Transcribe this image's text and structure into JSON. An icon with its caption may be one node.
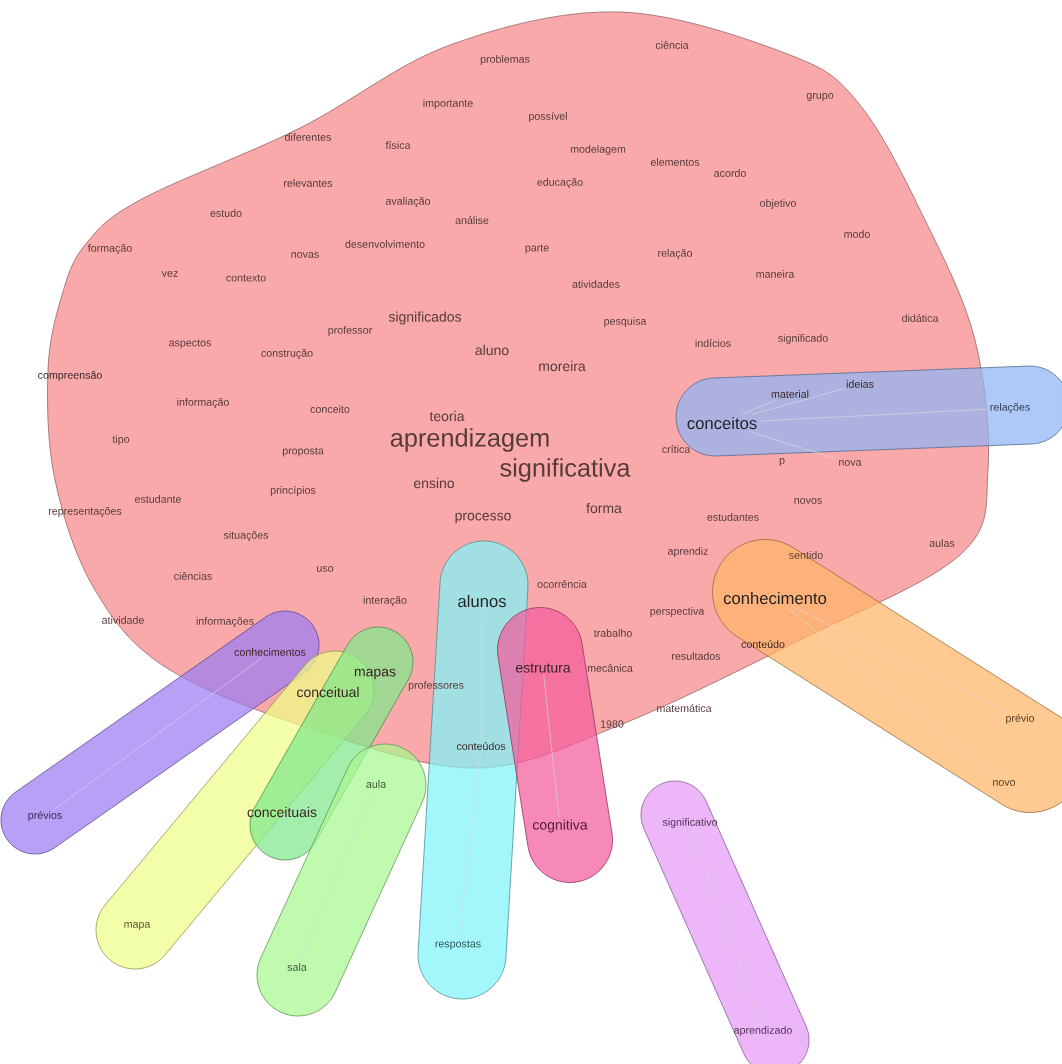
{
  "diagram": {
    "nodes": [
      {
        "text": [],
        "shape": "blob"
      },
      {
        "text": [],
        "shape": "capsule"
      },
      {
        "text": [],
        "shape": "capsule"
      },
      {
        "text": [],
        "shape": "capsule"
      },
      {
        "text": [],
        "shape": "capsule"
      },
      {
        "text": [],
        "shape": "capsule"
      },
      {
        "text": [],
        "shape": "capsule"
      },
      {
        "text": [],
        "shape": "capsule"
      },
      {
        "text": [],
        "shape": "capsule"
      },
      {
        "text": [],
        "shape": "capsule"
      },
      {
        "text": [
          "problemas"
        ],
        "in": 0
      },
      {
        "text": [
          "ciência"
        ],
        "in": 0
      },
      {
        "text": [
          "importante"
        ],
        "in": 0
      },
      {
        "text": [
          "possível"
        ],
        "in": 0
      },
      {
        "text": [
          "grupo"
        ],
        "in": 0
      },
      {
        "text": [
          "diferentes"
        ],
        "in": 0
      },
      {
        "text": [
          "física"
        ],
        "in": 0
      },
      {
        "text": [
          "modelagem"
        ],
        "in": 0
      },
      {
        "text": [
          "elementos"
        ],
        "in": 0
      },
      {
        "text": [
          "acordo"
        ],
        "in": 0
      },
      {
        "text": [
          "educação"
        ],
        "in": 0
      },
      {
        "text": [
          "relevantes"
        ],
        "in": 0
      },
      {
        "text": [
          "avaliação"
        ],
        "in": 0
      },
      {
        "text": [
          "objetivo"
        ],
        "in": 0
      },
      {
        "text": [
          "estudo"
        ],
        "in": 0
      },
      {
        "text": [
          "análise"
        ],
        "in": 0
      },
      {
        "text": [
          "formação"
        ],
        "in": 0
      },
      {
        "text": [
          "desenvolvimento"
        ],
        "in": 0
      },
      {
        "text": [
          "novas"
        ],
        "in": 0
      },
      {
        "text": [
          "parte"
        ],
        "in": 0
      },
      {
        "text": [
          "relação"
        ],
        "in": 0
      },
      {
        "text": [
          "modo"
        ],
        "in": 0
      },
      {
        "text": [
          "vez"
        ],
        "in": 0
      },
      {
        "text": [
          "contexto"
        ],
        "in": 0
      },
      {
        "text": [
          "atividades"
        ],
        "in": 0
      },
      {
        "text": [
          "maneira"
        ],
        "in": 0
      },
      {
        "text": [
          "significados"
        ],
        "in": 0
      },
      {
        "text": [
          "professor"
        ],
        "in": 0
      },
      {
        "text": [
          "pesquisa"
        ],
        "in": 0
      },
      {
        "text": [
          "indícios"
        ],
        "in": 0
      },
      {
        "text": [
          "significado"
        ],
        "in": 0
      },
      {
        "text": [
          "didática"
        ],
        "in": 0
      },
      {
        "text": [
          "aspectos"
        ],
        "in": 0
      },
      {
        "text": [
          "construção"
        ],
        "in": 0
      },
      {
        "text": [
          "aluno"
        ],
        "in": 0
      },
      {
        "text": [
          "moreira"
        ],
        "in": 0
      },
      {
        "text": [
          "compreensão"
        ]
      },
      {
        "text": [
          "informação"
        ],
        "in": 0
      },
      {
        "text": [
          "conceito"
        ],
        "in": 0
      },
      {
        "text": [
          "material"
        ]
      },
      {
        "text": [
          "ideias"
        ]
      },
      {
        "text": [
          "relações"
        ],
        "in": 1
      },
      {
        "text": [
          "teoria"
        ],
        "in": 0
      },
      {
        "text": [
          "conceitos"
        ]
      },
      {
        "text": [
          "tipo"
        ],
        "in": 0
      },
      {
        "text": [
          "aprendizagem"
        ],
        "in": 0
      },
      {
        "text": [
          "significativa"
        ],
        "in": 0
      },
      {
        "text": [
          "crítica"
        ],
        "in": 0
      },
      {
        "text": [
          "proposta"
        ],
        "in": 0
      },
      {
        "text": [
          "p"
        ],
        "in": 0
      },
      {
        "text": [
          "nova"
        ],
        "in": 0
      },
      {
        "text": [
          "ensino"
        ],
        "in": 0
      },
      {
        "text": [
          "princípios"
        ],
        "in": 0
      },
      {
        "text": [
          "estudante"
        ],
        "in": 0
      },
      {
        "text": [
          "novos"
        ],
        "in": 0
      },
      {
        "text": [
          "representações"
        ],
        "in": 0
      },
      {
        "text": [
          "forma"
        ],
        "in": 0
      },
      {
        "text": [
          "estudantes"
        ],
        "in": 0
      },
      {
        "text": [
          "processo"
        ],
        "in": 0
      },
      {
        "text": [
          "situações"
        ],
        "in": 0
      },
      {
        "text": [
          "aprendiz"
        ],
        "in": 0
      },
      {
        "text": [
          "sentido"
        ],
        "in": 0
      },
      {
        "text": [
          "aulas"
        ],
        "in": 0
      },
      {
        "text": [
          "uso"
        ],
        "in": 0
      },
      {
        "text": [
          "ciências"
        ],
        "in": 0
      },
      {
        "text": [
          "ocorrência"
        ],
        "in": 0
      },
      {
        "text": [
          "alunos"
        ]
      },
      {
        "text": [
          "interação"
        ],
        "in": 0
      },
      {
        "text": [
          "conhecimento"
        ]
      },
      {
        "text": [
          "perspectiva"
        ],
        "in": 0
      },
      {
        "text": [
          "atividade"
        ],
        "in": 0
      },
      {
        "text": [
          "informações"
        ],
        "in": 0
      },
      {
        "text": [
          "trabalho"
        ],
        "in": 0
      },
      {
        "text": [
          "conteúdo"
        ]
      },
      {
        "text": [
          "conhecimentos"
        ]
      },
      {
        "text": [
          "resultados"
        ],
        "in": 0
      },
      {
        "text": [
          "estrutura"
        ]
      },
      {
        "text": [
          "mecânica"
        ],
        "in": 0
      },
      {
        "text": [
          "mapas"
        ]
      },
      {
        "text": [
          "professores"
        ],
        "in": 0
      },
      {
        "text": [
          "conceitual"
        ]
      },
      {
        "text": [
          "matemática"
        ],
        "in": 0
      },
      {
        "text": [
          "1980"
        ],
        "in": 0
      },
      {
        "text": [
          "prévio"
        ],
        "in": 2
      },
      {
        "text": [
          "conteúdos"
        ]
      },
      {
        "text": [
          "aula"
        ],
        "in": 6
      },
      {
        "text": [
          "novo"
        ],
        "in": 2
      },
      {
        "text": [
          "conceituais"
        ]
      },
      {
        "text": [
          "prévios"
        ],
        "in": 3
      },
      {
        "text": [
          "significativo"
        ],
        "in": 9
      },
      {
        "text": [
          "cognitiva"
        ],
        "in": 8
      },
      {
        "text": [
          "mapa"
        ],
        "in": 4
      },
      {
        "text": [
          "respostas"
        ],
        "in": 7
      },
      {
        "text": [
          "sala"
        ],
        "in": 6
      },
      {
        "text": [
          "aprendizado"
        ],
        "in": 9
      }
    ],
    "edges": [
      {
        "from": 53,
        "to": 49,
        "arrow": "none"
      },
      {
        "from": 53,
        "to": 50,
        "arrow": "none"
      },
      {
        "from": 53,
        "to": 51,
        "arrow": "none"
      },
      {
        "from": 53,
        "to": 60,
        "arrow": "none"
      },
      {
        "from": 78,
        "to": 93,
        "arrow": "none"
      },
      {
        "from": 78,
        "to": 96,
        "arrow": "none"
      },
      {
        "from": 76,
        "to": 94,
        "arrow": "none"
      },
      {
        "from": 94,
        "to": 102,
        "arrow": "none"
      },
      {
        "from": 86,
        "to": 100,
        "arrow": "none"
      },
      {
        "from": 84,
        "to": 98,
        "arrow": "none"
      },
      {
        "from": 95,
        "to": 103,
        "arrow": "none"
      },
      {
        "from": 99,
        "to": 104,
        "arrow": "none"
      }
    ]
  }
}
